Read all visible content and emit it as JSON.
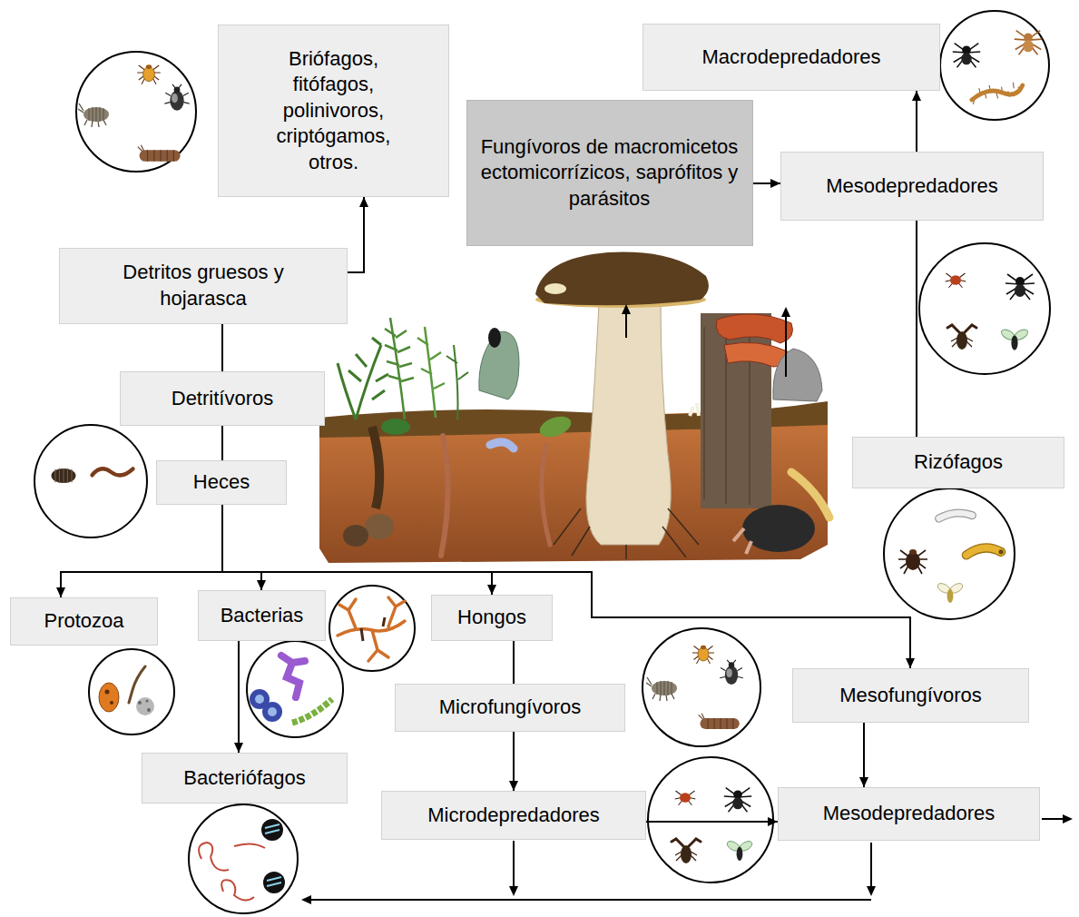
{
  "diagram": {
    "nodes": [
      {
        "text": [
          "Briófagos, fitófagos, polinivoros, criptógamos, otros."
        ]
      },
      {
        "text": [
          "Macrodepredadores"
        ]
      },
      {
        "text": [
          "Fungívoros de macromicetos ectomicorrízicos, saprófitos y parásitos"
        ]
      },
      {
        "text": [
          "Mesodepredadores"
        ]
      },
      {
        "text": [
          "Detritos gruesos y hojarasca"
        ]
      },
      {
        "text": [
          "Detritívoros"
        ]
      },
      {
        "text": [
          "Rizófagos"
        ]
      },
      {
        "text": [
          "Heces"
        ]
      },
      {
        "text": [
          "Protozoa"
        ]
      },
      {
        "text": [
          "Bacterias"
        ]
      },
      {
        "text": [
          "Hongos"
        ]
      },
      {
        "text": [
          "Microfungívoros"
        ]
      },
      {
        "text": [
          "Mesofungívoros"
        ]
      },
      {
        "text": [
          "Bacteriófagos"
        ]
      },
      {
        "text": [
          "Microdepredadores"
        ]
      },
      {
        "text": [
          "Mesodepredadores"
        ]
      }
    ],
    "edges": [
      {
        "from": 4,
        "to": 0,
        "arrow": "to"
      },
      {
        "from": 4,
        "to": 5,
        "arrow": "none"
      },
      {
        "from": 5,
        "to": 7,
        "arrow": "none"
      },
      {
        "from": 7,
        "to": 8,
        "arrow": "to"
      },
      {
        "from": 7,
        "to": 9,
        "arrow": "to"
      },
      {
        "from": 7,
        "to": 10,
        "arrow": "to"
      },
      {
        "from": 7,
        "to": 12,
        "arrow": "to"
      },
      {
        "from": 9,
        "to": 13,
        "arrow": "to"
      },
      {
        "from": 10,
        "to": 11,
        "arrow": "none"
      },
      {
        "from": 11,
        "to": 14,
        "arrow": "to"
      },
      {
        "from": 12,
        "to": 15,
        "arrow": "to"
      },
      {
        "from": 14,
        "to": 15,
        "arrow": "to"
      },
      {
        "from": 2,
        "to": 3,
        "arrow": "to"
      },
      {
        "from": 6,
        "to": 3,
        "arrow": "none"
      },
      {
        "from": 3,
        "to": 1,
        "arrow": "to"
      }
    ]
  }
}
